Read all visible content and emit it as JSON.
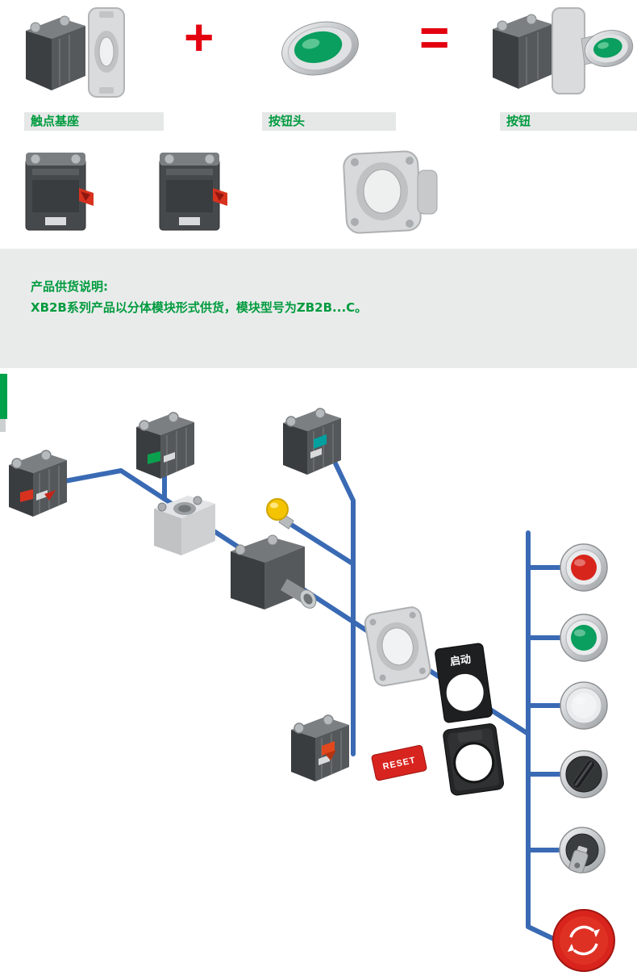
{
  "equation": {
    "plus": "+",
    "equals": "=",
    "part_left_label": "触点基座",
    "part_mid_label": "按钮头",
    "result_label": "按钮"
  },
  "info_box": {
    "title": "产品供货说明:",
    "body": "XB2B系列产品以分体模块形式供货，模块型号为ZB2B...C。"
  },
  "diagram": {
    "legend_plate_label": "启动",
    "reset_label": "RESET"
  },
  "colors": {
    "brand_green": "#009b3e",
    "accent_red": "#e3000f",
    "connector_blue": "#3a6ab4",
    "bar_bg": "#e6e8e8",
    "info_bg": "#e9ebeb",
    "button_green": "#0a9e5f",
    "button_red": "#d8251c",
    "button_white": "#f2f3f4",
    "bulb_yellow": "#f4c400"
  }
}
